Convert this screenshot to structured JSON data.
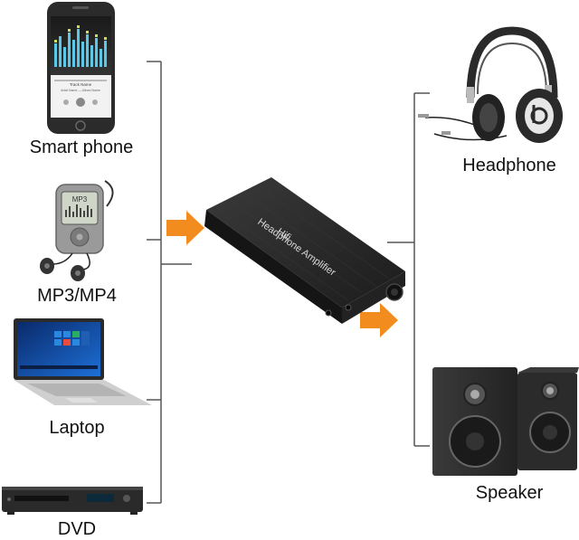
{
  "sources": [
    {
      "id": "smartphone",
      "label": "Smart phone",
      "icon": "smartphone-icon"
    },
    {
      "id": "mp3",
      "label": "MP3/MP4",
      "icon": "mp3-player-icon"
    },
    {
      "id": "laptop",
      "label": "Laptop",
      "icon": "laptop-icon"
    },
    {
      "id": "dvd",
      "label": "DVD",
      "icon": "dvd-player-icon"
    }
  ],
  "device": {
    "line1": "Hifi",
    "line2": "Headphone Amplifier",
    "icon": "headphone-amplifier-icon"
  },
  "outputs": [
    {
      "id": "headphone",
      "label": "Headphone",
      "icon": "headphone-icon"
    },
    {
      "id": "speaker",
      "label": "Speaker",
      "icon": "speaker-icon"
    }
  ],
  "phone_screen": {
    "track": "Track Name",
    "artist": "Artist Name — Album Name"
  },
  "mp3_screen": "MP3",
  "colors": {
    "arrow": "#F28C1E",
    "bracket": "#555555",
    "device_body": "#2a2a2a"
  }
}
